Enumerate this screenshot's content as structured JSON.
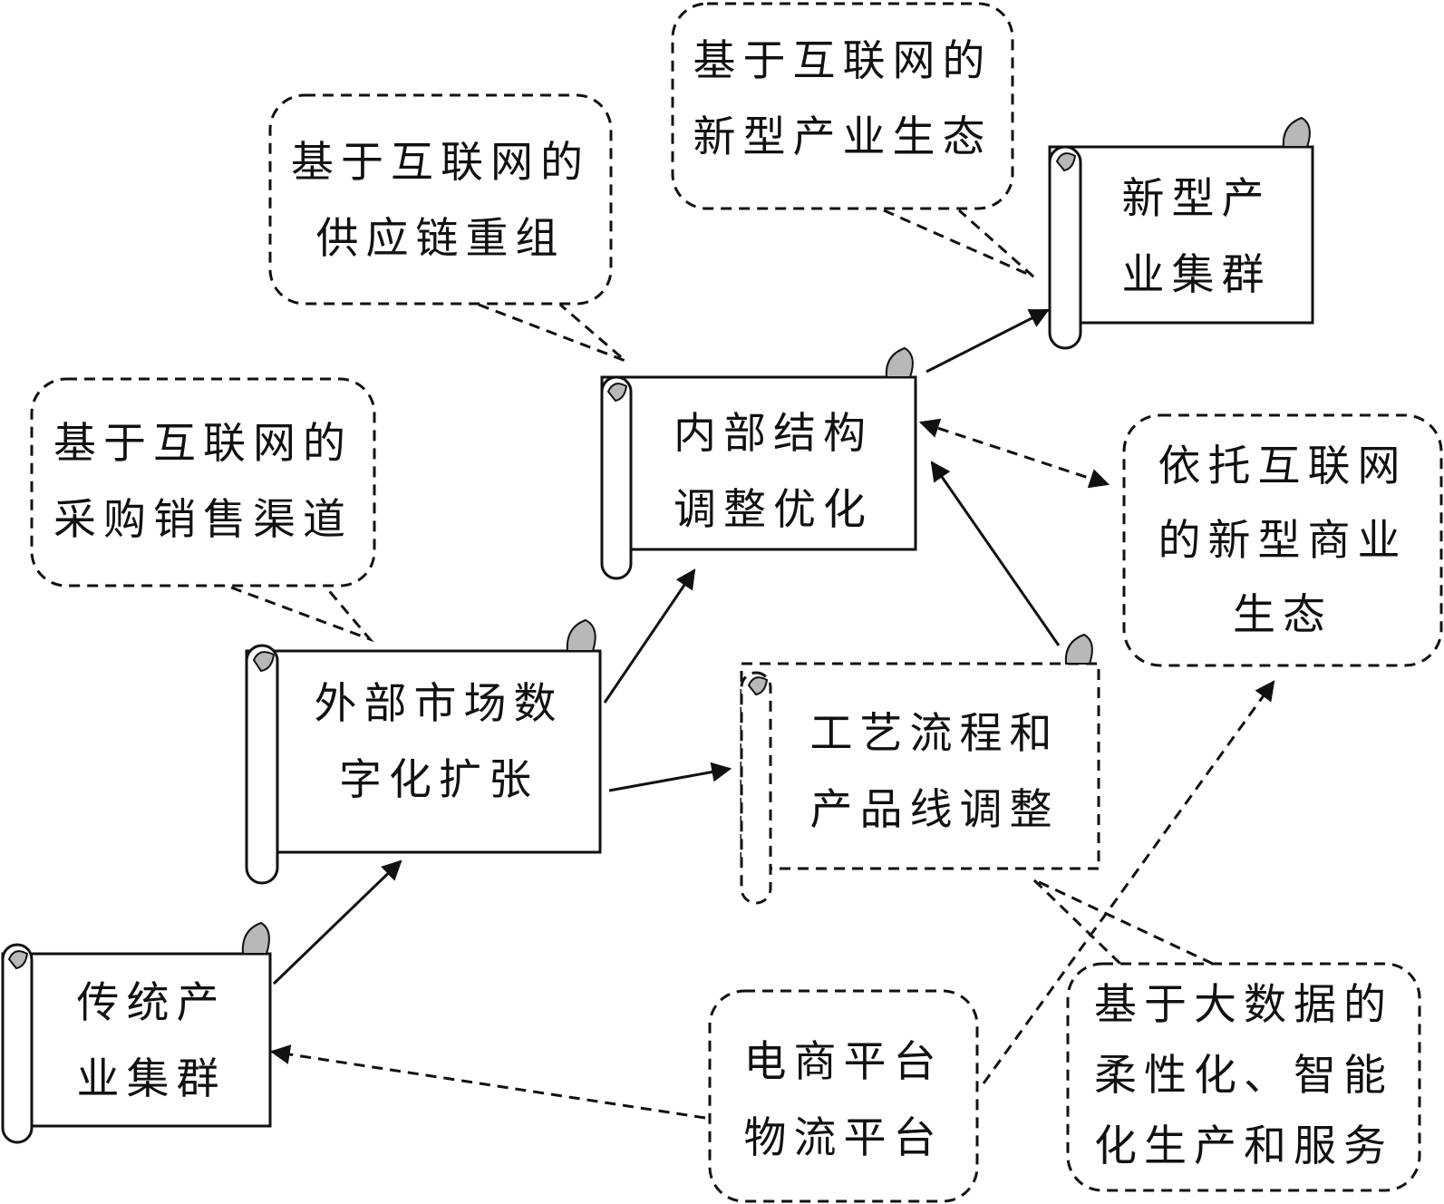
{
  "nodes": {
    "traditional_cluster": {
      "line1": "传统产",
      "line2": "业集群"
    },
    "external_expansion": {
      "line1": "外部市场数",
      "line2": "字化扩张"
    },
    "internal_optimization": {
      "line1": "内部结构",
      "line2": "调整优化"
    },
    "new_cluster": {
      "line1": "新型产",
      "line2": "业集群"
    },
    "process_adjustment": {
      "line1": "工艺流程和",
      "line2": "产品线调整"
    }
  },
  "callouts": {
    "channels": {
      "line1": "基于互联网的",
      "line2": "采购销售渠道"
    },
    "supply_chain": {
      "line1": "基于互联网的",
      "line2": "供应链重组"
    },
    "industry_ecology": {
      "line1": "基于互联网的",
      "line2": "新型产业生态"
    },
    "business_ecology": {
      "line1": "依托互联网",
      "line2": "的新型商业",
      "line3": "生态"
    },
    "platforms": {
      "line1": "电商平台",
      "line2": "物流平台"
    },
    "big_data": {
      "line1": "基于大数据的",
      "line2": "柔性化、智能",
      "line3": "化生产和服务"
    }
  },
  "colors": {
    "stroke": "#111111",
    "curl": "#b8b8b8",
    "fill": "#ffffff"
  }
}
